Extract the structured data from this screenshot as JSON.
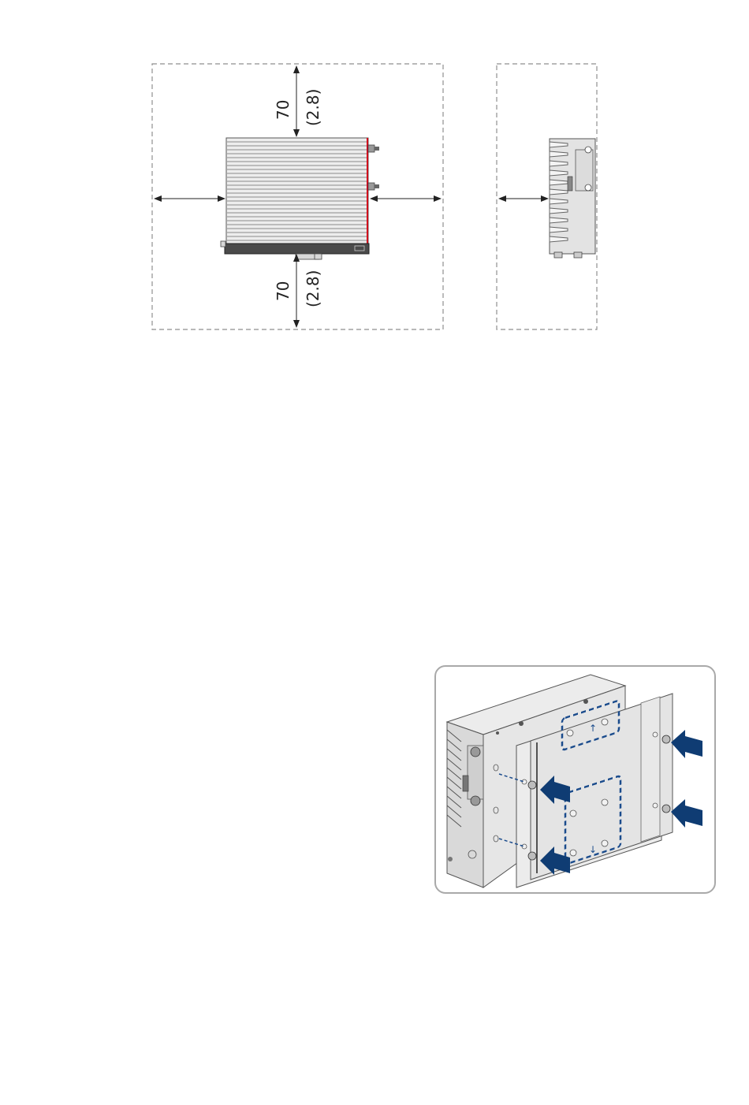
{
  "clearance": {
    "top_value": "70",
    "top_unit_value": "(2.8)",
    "bottom_value": "70",
    "bottom_unit_value": "(2.8)"
  },
  "colors": {
    "dashed_line": "#8f8f8f",
    "device_fin": "#bcbcbc",
    "device_fill": "#e3e3e3",
    "base_bar": "#4a4a4a",
    "accent_red": "#d0021b",
    "arrow_blue": "#0f3c73",
    "bracket_dashed": "#1a4b8c"
  },
  "icons": {
    "top_view": "device-top-view-icon",
    "side_view": "device-side-view-icon",
    "mounting": "mounting-bracket-illustration"
  }
}
